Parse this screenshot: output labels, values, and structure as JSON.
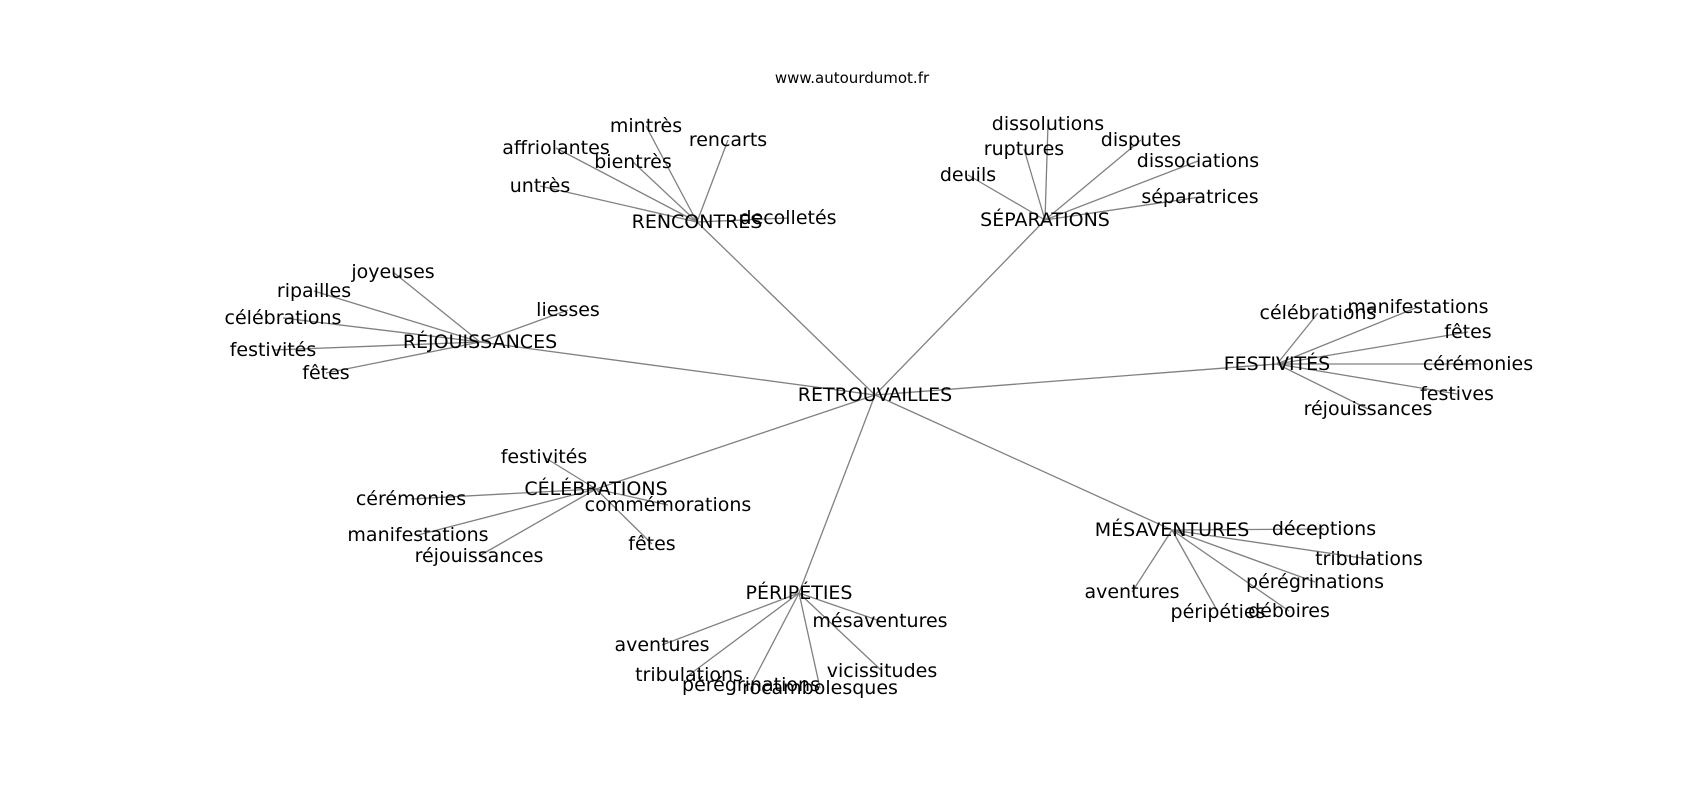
{
  "source_label": "www.autourdumot.fr",
  "center": {
    "label": "RETROUVAILLES"
  },
  "groups": [
    {
      "key": "rencontres",
      "label": "RENCONTRES",
      "words": [
        "mintrès",
        "rencarts",
        "affriolantes",
        "bientrès",
        "untrès",
        "decolletés"
      ]
    },
    {
      "key": "separations",
      "label": "SÉPARATIONS",
      "words": [
        "dissolutions",
        "ruptures",
        "disputes",
        "dissociations",
        "deuils",
        "séparatrices"
      ]
    },
    {
      "key": "rejouissances",
      "label": "RÉJOUISSANCES",
      "words": [
        "joyeuses",
        "ripailles",
        "liesses",
        "célébrations",
        "festivités",
        "fêtes"
      ]
    },
    {
      "key": "festivites",
      "label": "FESTIVITÉS",
      "words": [
        "célébrations",
        "manifestations",
        "fêtes",
        "cérémonies",
        "festives",
        "réjouissances"
      ]
    },
    {
      "key": "celebrations",
      "label": "CÉLÉBRATIONS",
      "words": [
        "festivités",
        "cérémonies",
        "commémorations",
        "manifestations",
        "réjouissances",
        "fêtes"
      ]
    },
    {
      "key": "mesaventures",
      "label": "MÉSAVENTURES",
      "words": [
        "déceptions",
        "tribulations",
        "pérégrinations",
        "aventures",
        "péripéties",
        "déboires"
      ]
    },
    {
      "key": "peripeties",
      "label": "PÉRIPÉTIES",
      "words": [
        "mésaventures",
        "aventures",
        "tribulations",
        "vicissitudes",
        "pérégrinations",
        "rocambolesques"
      ]
    }
  ]
}
